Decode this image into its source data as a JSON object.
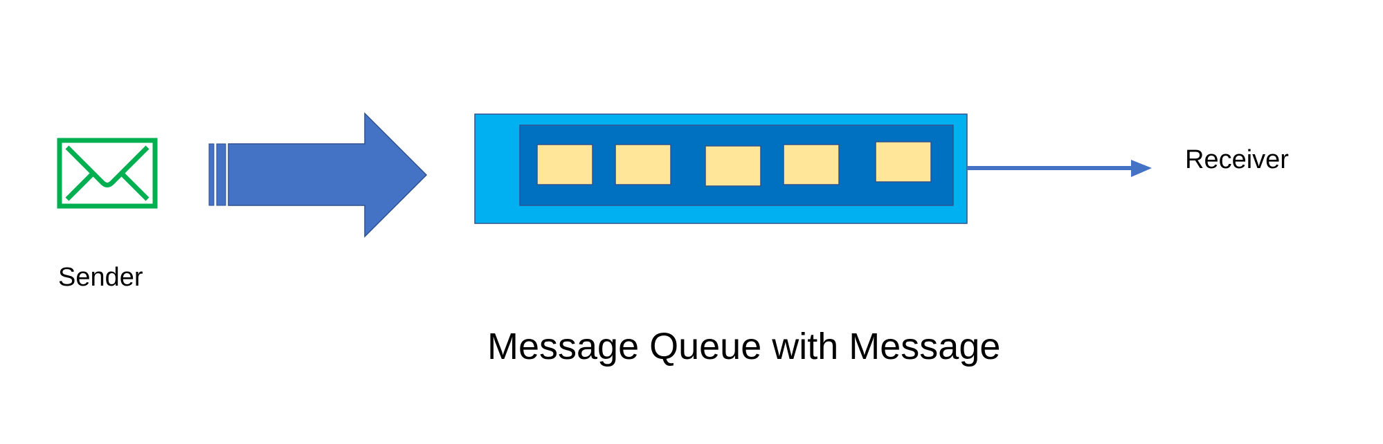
{
  "sender": {
    "label": "Sender",
    "icon": "envelope-icon",
    "icon_color": "#00B050"
  },
  "flow_arrow": {
    "color": "#4472C4"
  },
  "queue": {
    "outer_color": "#00B0F0",
    "inner_color": "#0070C0",
    "message_color": "#FFE699",
    "message_count": 5
  },
  "receiver": {
    "label": "Receiver",
    "connector_color": "#4472C4"
  },
  "caption": "Message Queue with Message"
}
